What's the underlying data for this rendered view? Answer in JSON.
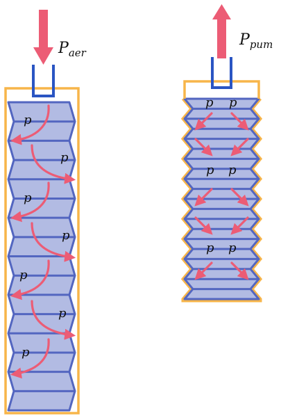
{
  "left": {
    "force_label": "P",
    "force_sub": "aer",
    "pressure_label": "p"
  },
  "right": {
    "force_label": "P",
    "force_sub": "pum",
    "pressure_label": "p"
  },
  "colors": {
    "arrow": "#ec5c75",
    "frame": "#f7b54a",
    "bellows_fill": "#b2bbe3",
    "bellows_stroke": "#5366c0",
    "cup": "#2a55c3"
  }
}
